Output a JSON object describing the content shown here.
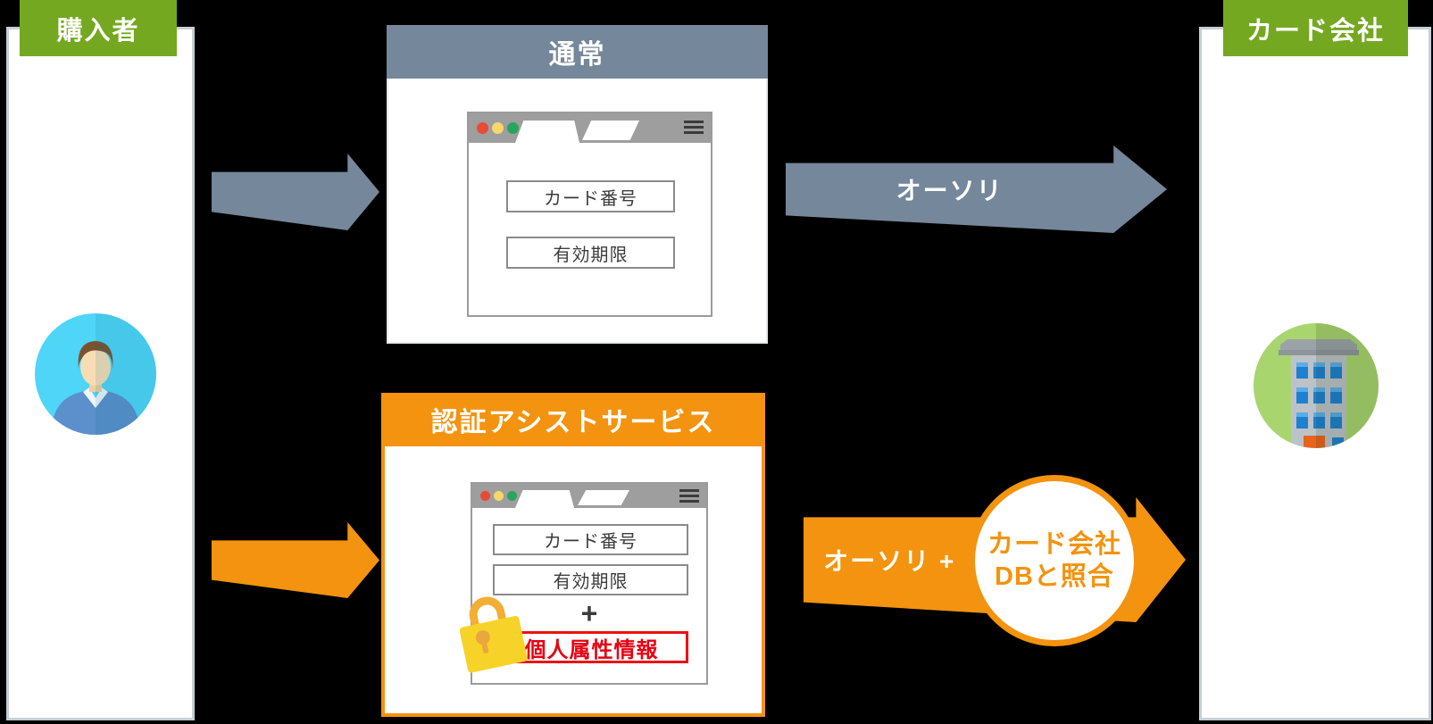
{
  "colors": {
    "actor_green": "#74A821",
    "normal_slate": "#75879A",
    "assist_orange": "#F3930F",
    "secure_red_text": "#E60012",
    "secure_red_border": "#EE1111"
  },
  "buyer": {
    "label": "購入者"
  },
  "card_company": {
    "label": "カード会社"
  },
  "normal_flow": {
    "title": "通常",
    "fields": [
      "カード番号",
      "有効期限"
    ],
    "arrow_label": "オーソリ"
  },
  "assist_flow": {
    "title": "認証アシストサービス",
    "fields": [
      "カード番号",
      "有効期限"
    ],
    "plus": "+",
    "secure_field": "個人属性情報",
    "arrow_label": "オーソリ +",
    "db_badge": {
      "line1": "カード会社",
      "line2": "DBと照合"
    }
  },
  "icons": {
    "buyer": "person-icon",
    "card_company": "building-icon",
    "secure": "padlock-icon"
  }
}
